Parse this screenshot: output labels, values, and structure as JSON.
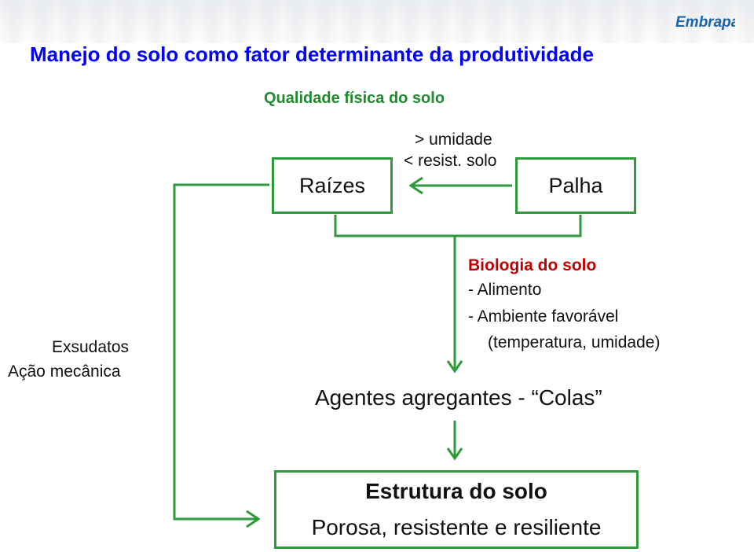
{
  "header": {
    "logo_text": "Embrapa",
    "title": "Manejo do solo como fator determinante da produtividade",
    "subtitle": "Qualidade física do solo"
  },
  "nodes": {
    "raizes": "Raízes",
    "palha": "Palha",
    "palha_effects": [
      "> umidade",
      "< resist. solo"
    ],
    "root_effects": [
      "Exsudatos",
      "Ação mecânica"
    ],
    "biology": {
      "title": "Biologia do solo",
      "items": [
        "- Alimento",
        "- Ambiente favorável",
        "(temperatura, umidade)"
      ]
    },
    "agentes": "Agentes agregantes - “Colas”",
    "estrutura": {
      "title": "Estrutura do solo",
      "subtitle": "Porosa, resistente e resiliente"
    }
  },
  "colors": {
    "title": "#0000ff",
    "subtitle": "#1f8a2e",
    "box_border": "#2e9a3a",
    "arrow": "#2e9a3a",
    "biology_title": "#c00000",
    "logo": "#1a64a8"
  }
}
